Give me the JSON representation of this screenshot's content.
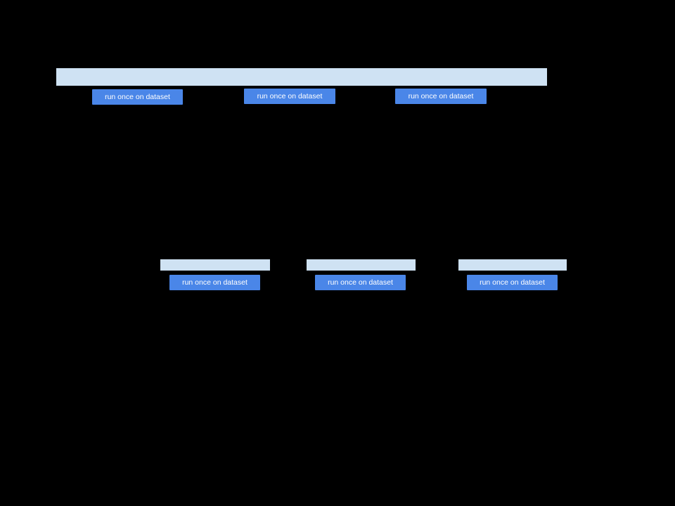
{
  "colors": {
    "canvas_bg": "#000000",
    "highlight_bar": "#cfe2f3",
    "button": "#4a86e8",
    "button_text": "#ffffff"
  },
  "top_pipeline": {
    "buttons": [
      {
        "label": "run once on dataset"
      },
      {
        "label": "run once on dataset"
      },
      {
        "label": "run once on dataset"
      }
    ]
  },
  "shard_pipelines": [
    {
      "button": {
        "label": "run once on dataset"
      }
    },
    {
      "button": {
        "label": "run once on dataset"
      }
    },
    {
      "button": {
        "label": "run once on dataset"
      }
    }
  ]
}
